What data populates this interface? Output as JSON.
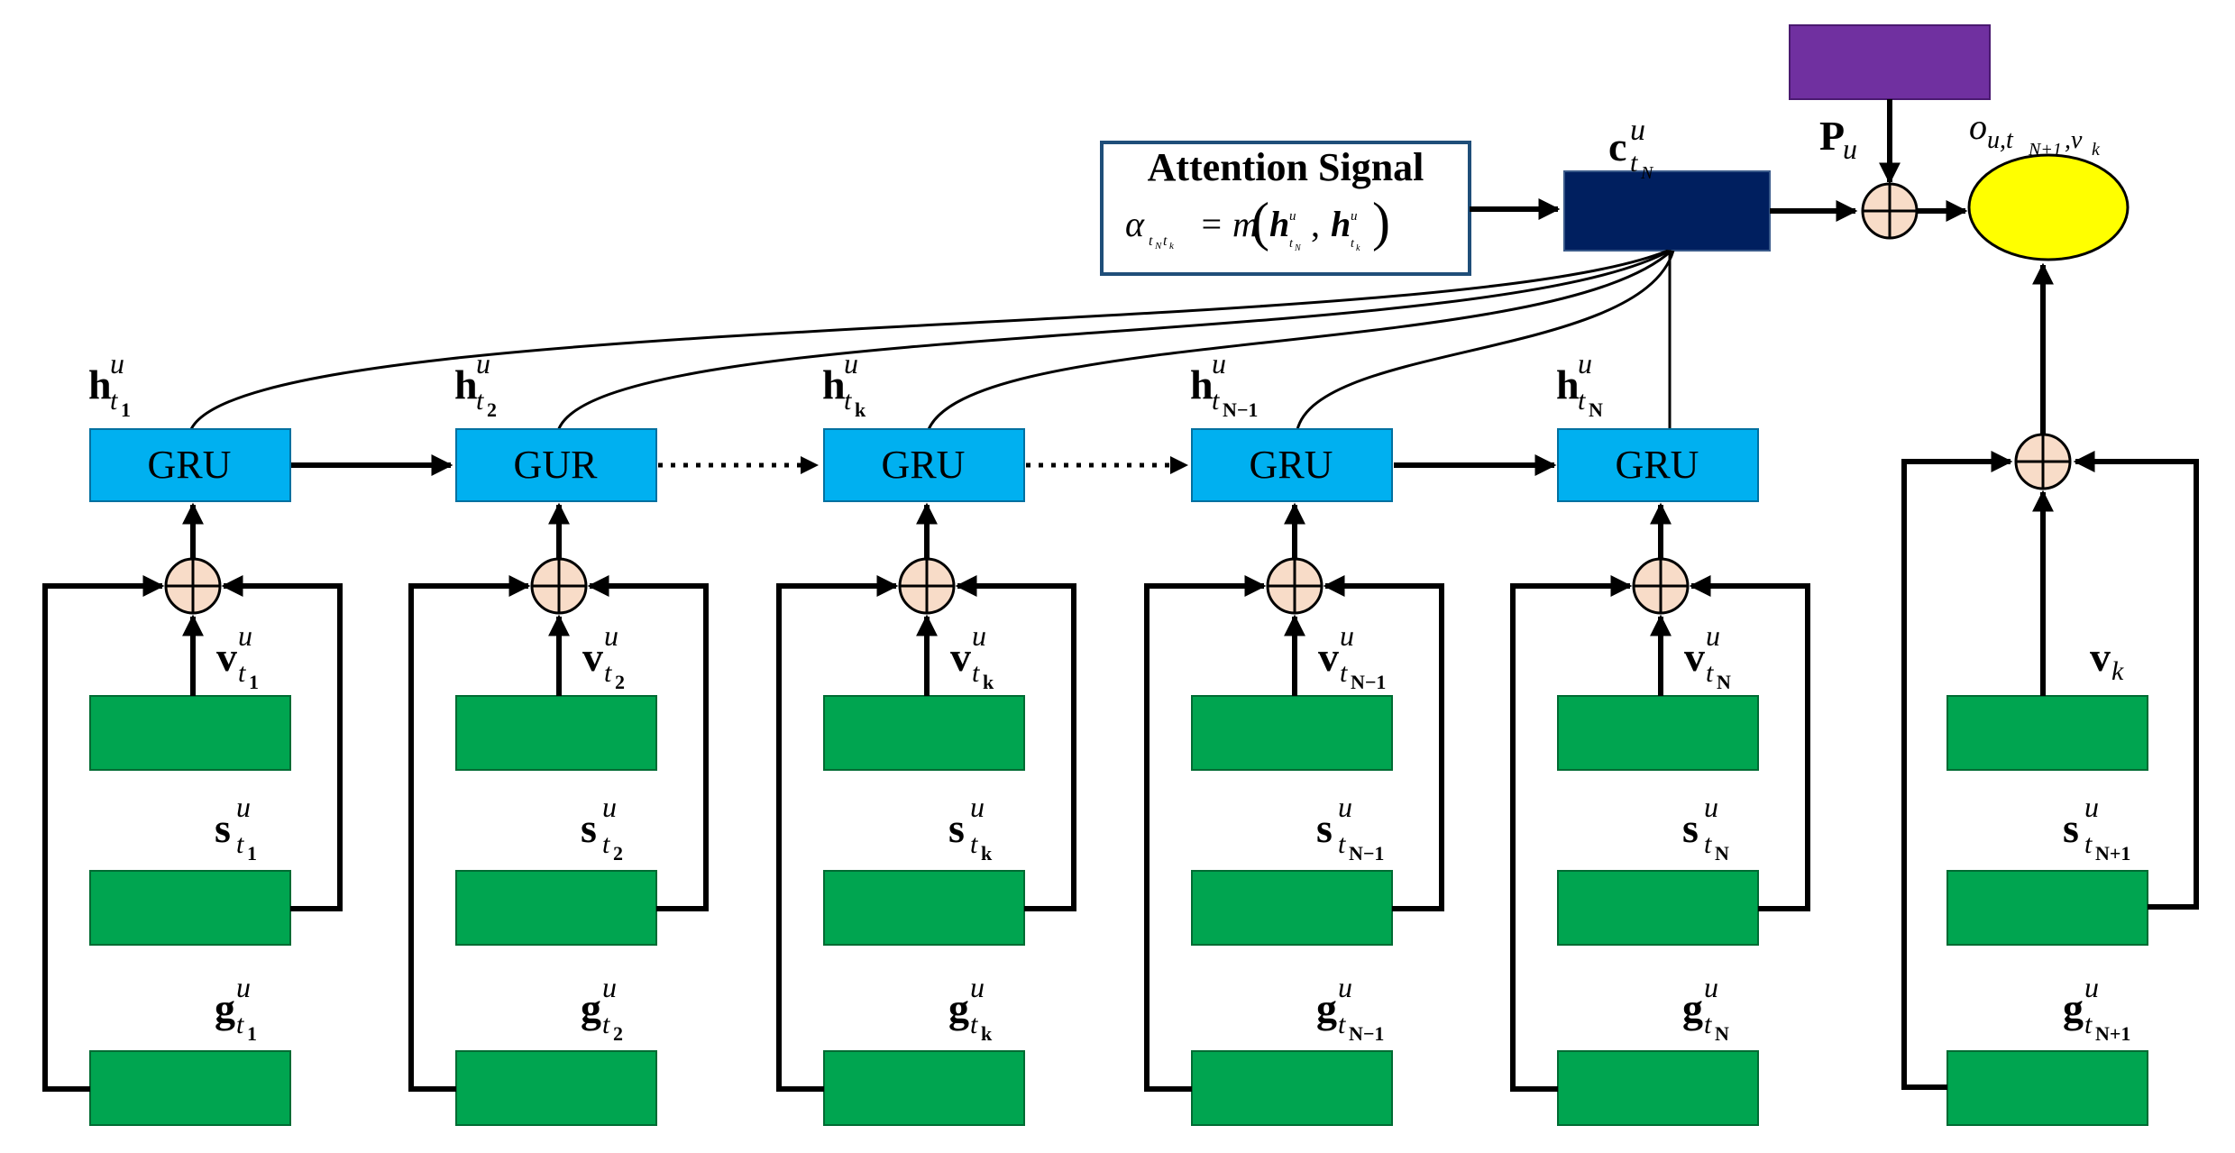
{
  "attention": {
    "title": "Attention Signal",
    "formula_lhs": "α",
    "formula_lhs_sub": "t",
    "formula_lhs_sub2": "N",
    "formula_lhs_sub3": "t",
    "formula_lhs_sub4": "k",
    "formula_eq": "= m",
    "formula_h": "h",
    "formula_sup": "u",
    "formula_sub_N": "t",
    "formula_sub_N2": "N",
    "formula_sub_k": "t",
    "formula_sub_k2": "k",
    "comma": ",",
    "lparen": "(",
    "rparen": ")"
  },
  "context_label": {
    "main": "c",
    "sup": "u",
    "sub": "t",
    "subsub": "N"
  },
  "user_pref_label": {
    "main": "P",
    "sub": "u"
  },
  "output_label": {
    "main": "o",
    "sub": "u,t",
    "subsub": "N+1",
    "tail": ",v",
    "tailsub": "k"
  },
  "columns": [
    {
      "gru": "GRU",
      "h": {
        "main": "h",
        "sup": "u",
        "sub": "t",
        "subsub": "1"
      },
      "v": {
        "main": "v",
        "sup": "u",
        "sub": "t",
        "subsub": "1"
      },
      "s": {
        "main": "s",
        "sup": "u",
        "sub": "t",
        "subsub": "1"
      },
      "g": {
        "main": "g",
        "sup": "u",
        "sub": "t",
        "subsub": "1"
      }
    },
    {
      "gru": "GUR",
      "h": {
        "main": "h",
        "sup": "u",
        "sub": "t",
        "subsub": "2"
      },
      "v": {
        "main": "v",
        "sup": "u",
        "sub": "t",
        "subsub": "2"
      },
      "s": {
        "main": "s",
        "sup": "u",
        "sub": "t",
        "subsub": "2"
      },
      "g": {
        "main": "g",
        "sup": "u",
        "sub": "t",
        "subsub": "2"
      }
    },
    {
      "gru": "GRU",
      "h": {
        "main": "h",
        "sup": "u",
        "sub": "t",
        "subsub": "k"
      },
      "v": {
        "main": "v",
        "sup": "u",
        "sub": "t",
        "subsub": "k"
      },
      "s": {
        "main": "s",
        "sup": "u",
        "sub": "t",
        "subsub": "k"
      },
      "g": {
        "main": "g",
        "sup": "u",
        "sub": "t",
        "subsub": "k"
      }
    },
    {
      "gru": "GRU",
      "h": {
        "main": "h",
        "sup": "u",
        "sub": "t",
        "subsub": "N−1"
      },
      "v": {
        "main": "v",
        "sup": "u",
        "sub": "t",
        "subsub": "N−1"
      },
      "s": {
        "main": "s",
        "sup": "u",
        "sub": "t",
        "subsub": "N−1"
      },
      "g": {
        "main": "g",
        "sup": "u",
        "sub": "t",
        "subsub": "N−1"
      }
    },
    {
      "gru": "GRU",
      "h": {
        "main": "h",
        "sup": "u",
        "sub": "t",
        "subsub": "N"
      },
      "v": {
        "main": "v",
        "sup": "u",
        "sub": "t",
        "subsub": "N"
      },
      "s": {
        "main": "s",
        "sup": "u",
        "sub": "t",
        "subsub": "N"
      },
      "g": {
        "main": "g",
        "sup": "u",
        "sub": "t",
        "subsub": "N"
      }
    }
  ],
  "target_column": {
    "v": {
      "main": "v",
      "sub": "k"
    },
    "s": {
      "main": "s",
      "sup": "u",
      "sub": "t",
      "subsub": "N+1"
    },
    "g": {
      "main": "g",
      "sup": "u",
      "sub": "t",
      "subsub": "N+1"
    }
  },
  "colors": {
    "gru_fill": "#00B0F0",
    "feature_fill": "#00A550",
    "context_fill": "#001F5F",
    "pref_fill": "#7030A0",
    "output_fill": "#FFFF00",
    "sum_fill": "#F8DCC8",
    "attention_border": "#1F4E79"
  }
}
